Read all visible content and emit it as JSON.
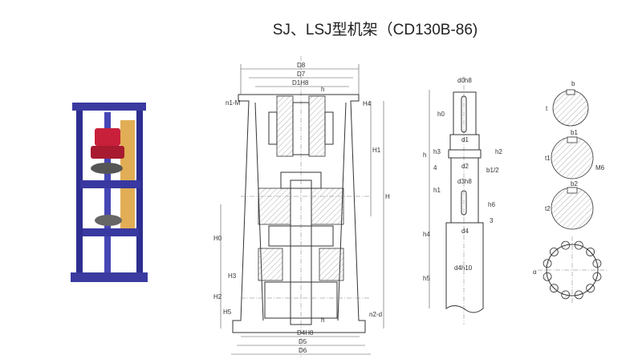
{
  "title": "SJ、LSJ型机架（CD130B-86)",
  "photo": {
    "frame_color": "#3a3aa0",
    "coupling_color": "#c8203a"
  },
  "frame_drawing": {
    "top_dims": [
      "D8",
      "D7",
      "D1H8"
    ],
    "bottom_dims": [
      "D4H8",
      "D5",
      "D6"
    ],
    "left_labels": [
      "n1-M",
      "H0",
      "H3",
      "H2",
      "H5"
    ],
    "right_labels": [
      "h",
      "H4",
      "H1",
      "H",
      "n2-d",
      "h"
    ]
  },
  "shaft_drawing": {
    "labels": [
      "d0h8",
      "h0",
      "h",
      "d1",
      "h3",
      "h2",
      "4",
      "d2",
      "b1/2",
      "d3h8",
      "h1",
      "h6",
      "3",
      "h4",
      "d4",
      "d4h10",
      "h5"
    ]
  },
  "sections": {
    "labels": [
      "b",
      "t",
      "b1",
      "t1",
      "M6",
      "b2",
      "t2",
      "α"
    ]
  }
}
